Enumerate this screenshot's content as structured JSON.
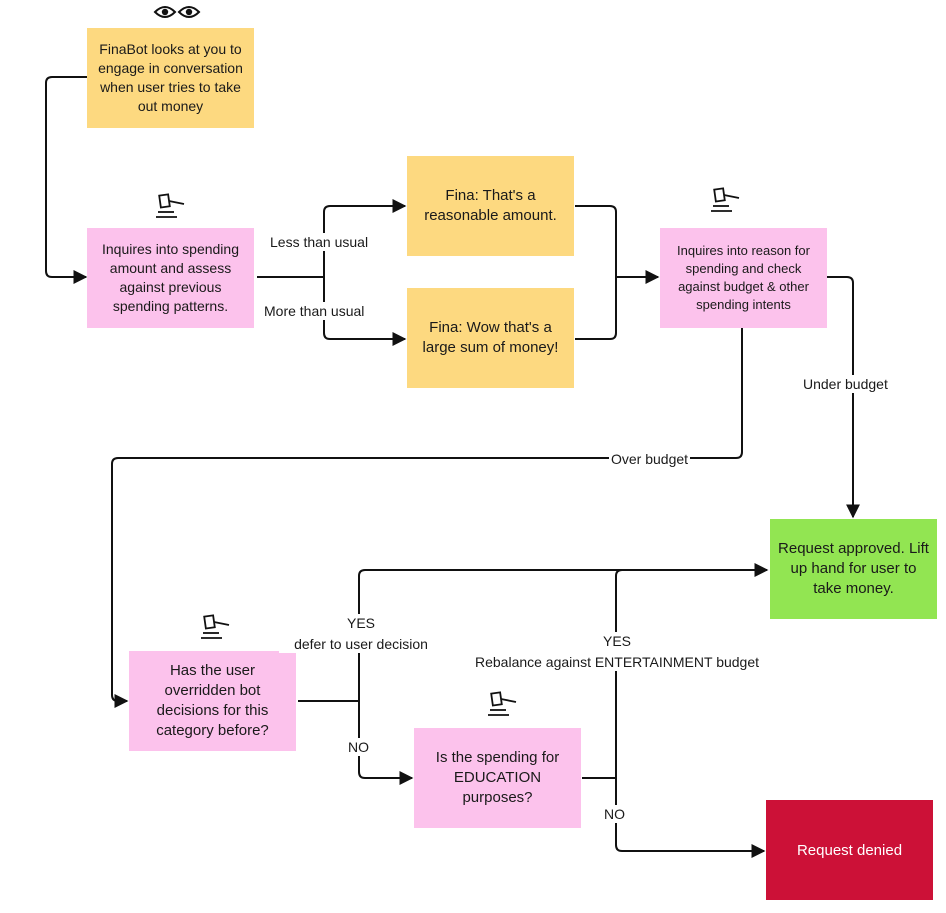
{
  "nodes": {
    "start": "FinaBot looks at you to engage in conversation when user tries to take out money",
    "inquire_amount": "Inquires into spending amount and assess against previous spending patterns.",
    "reasonable": "Fina: That's a reasonable amount.",
    "large_sum": "Fina: Wow that's a large sum of money!",
    "inquire_reason": "Inquires into reason for spending and check against budget & other spending intents",
    "approved": "Request approved. Lift up hand for user to take money.",
    "override": "Has the user overridden bot decisions for this category before?",
    "education": "Is the spending for EDUCATION purposes?",
    "denied": "Request denied"
  },
  "edges": {
    "less": "Less than usual",
    "more": "More than usual",
    "under": "Under budget",
    "over": "Over budget",
    "yes1_a": "YES",
    "yes1_b": "defer to user decision",
    "no1": "NO",
    "yes2_a": "YES",
    "yes2_b": "Rebalance against ENTERTAINMENT budget",
    "no2": "NO"
  },
  "icons": {
    "eyes": "eyes-icon",
    "gavel": "gavel-icon"
  },
  "colors": {
    "yellow": "#fdd980",
    "pink": "#fcc2ec",
    "green": "#92e552",
    "red": "#cc1137"
  }
}
